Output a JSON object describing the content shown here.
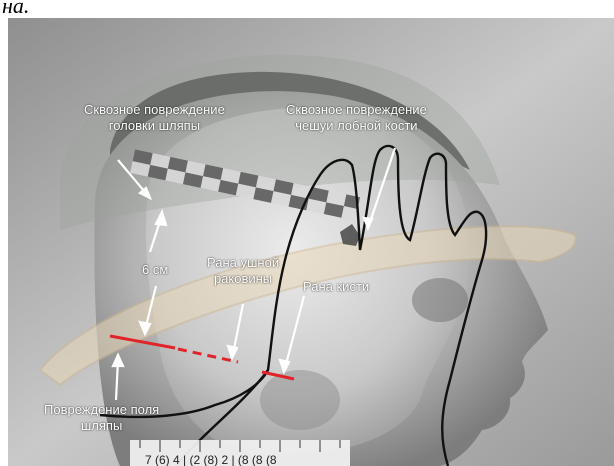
{
  "caption_fragment": "на.",
  "labels": {
    "hat_crown": [
      "Сквозное повреждение",
      "головки шляпы"
    ],
    "frontal_bone": [
      "Сквозное повреждение",
      "чешуи лобной кости"
    ],
    "distance": "6 см",
    "ear_wound": [
      "Рана ушной",
      "раковины"
    ],
    "hand_wound": "Рана кисти",
    "hat_brim": [
      "Повреждение поля",
      "шляпы"
    ]
  },
  "ruler_text": "7 (6) 4 | (2 (8) 2 | (8 (8 (8",
  "colors": {
    "marker_red": "#e0242a",
    "outline_black": "#111111",
    "label_white": "#ffffff",
    "hat_tint": "#9aa39a",
    "brim_tint": "#e9d7b8"
  }
}
